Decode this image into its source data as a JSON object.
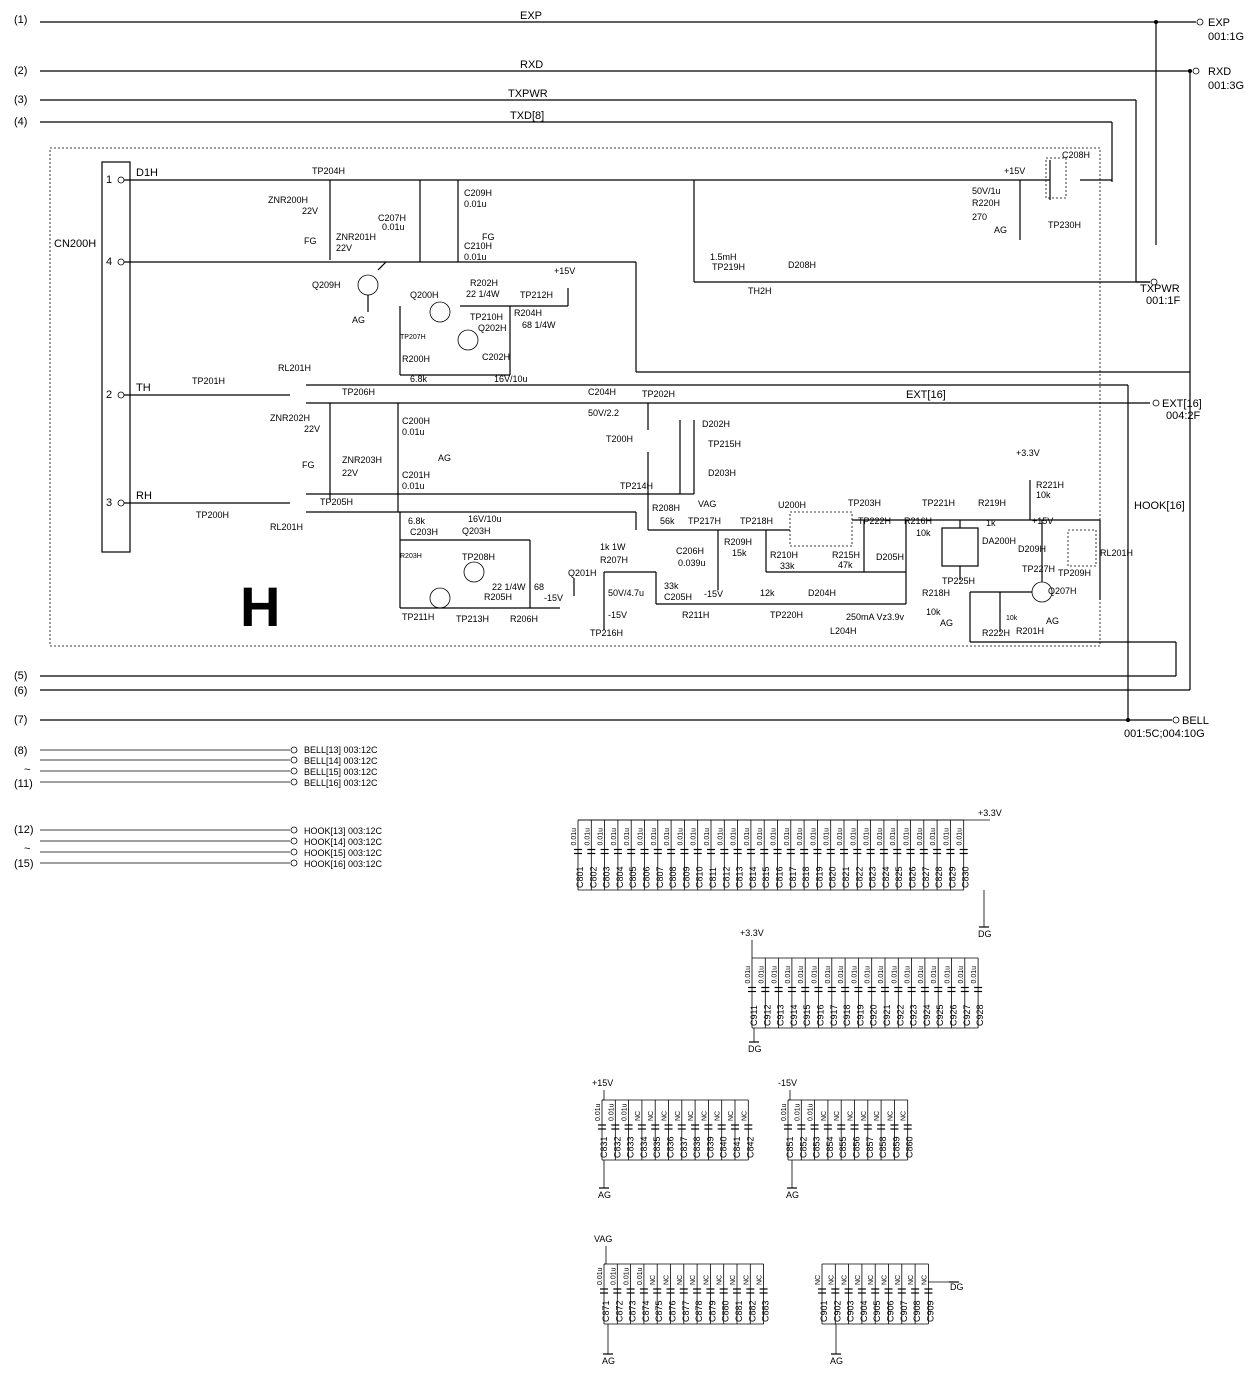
{
  "net_numbers": [
    "(1)",
    "(2)",
    "(3)",
    "(4)",
    "(5)",
    "(6)",
    "(7)",
    "(8)",
    "~",
    "(11)",
    "(12)",
    "~",
    "(15)"
  ],
  "bus_labels": [
    "EXP",
    "RXD",
    "TXPWR",
    "TXD[8]"
  ],
  "ext_refs": {
    "exp": "EXP",
    "exp_ref": "001:1G",
    "rxd": "RXD",
    "rxd_ref": "001:3G",
    "txpwr": "TXPWR",
    "txpwr_ref": "001:1F",
    "ext": "EXT[16]",
    "ext_ref": "004:2F",
    "hook16": "HOOK[16]",
    "bell": "BELL",
    "bell_ref": "001:5C;004:10G"
  },
  "bell_list": [
    "BELL[13] 003:12C",
    "BELL[14] 003:12C",
    "BELL[15] 003:12C",
    "BELL[16] 003:12C"
  ],
  "hook_list": [
    "HOOK[13] 003:12C",
    "HOOK[14] 003:12C",
    "HOOK[15] 003:12C",
    "HOOK[16] 003:12C"
  ],
  "connector": {
    "name": "CN200H",
    "pins": [
      "1",
      "4",
      "2",
      "3"
    ],
    "pin_nets": [
      "D1H",
      "TH",
      "RH"
    ]
  },
  "block_letter": "H",
  "labels": [
    "TP204H",
    "ZNR200H",
    "22V",
    "FG",
    "ZNR201H",
    "22V",
    "C207H",
    "0.01u",
    "C209H",
    "0.01u",
    "FG",
    "C210H",
    "0.01u",
    "Q209H",
    "AG",
    "R202H",
    "22 1/4W",
    "TP212H",
    "+15V",
    "Q200H",
    "TP210H",
    "R204H",
    "68 1/4W",
    "Q202H",
    "TP207H",
    "C202H",
    "R200H",
    "6.8k",
    "16V/10u",
    "RL201H",
    "TP201H",
    "TP206H",
    "ZNR202H",
    "22V",
    "FG",
    "C200H",
    "0.01u",
    "AG",
    "ZNR203H",
    "22V",
    "C201H",
    "0.01u",
    "TP200H",
    "TP205H",
    "RL201H",
    "C204H",
    "50V/2.2",
    "TP202H",
    "T200H",
    "D202H",
    "TP215H",
    "D203H",
    "TP214H",
    "VAG",
    "R208H",
    "56k",
    "TP217H",
    "TP218H",
    "R209H",
    "15k",
    "R210H",
    "33k",
    "C206H",
    "0.039u",
    "-15V",
    "U200H",
    "TP203H",
    "TP222H",
    "R215H",
    "47k",
    "D205H",
    "R216H",
    "10k",
    "TP221H",
    "R219H",
    "1k",
    "+3.3V",
    "R221H",
    "10k",
    "+15V",
    "D209H",
    "DA200H",
    "RL201H",
    "TP209H",
    "TP227H",
    "Q207H",
    "AG",
    "TP225H",
    "R218H",
    "10k",
    "AG",
    "R222H",
    "10k",
    "R201H",
    "6.8k",
    "C203H",
    "16V/10u",
    "Q203H",
    "TP208H",
    "R203H",
    "22 1/4W",
    "R205H",
    "68",
    "-15V",
    "Q201H",
    "TP211H",
    "TP213H",
    "R206H",
    "1k 1W",
    "R207H",
    "33k",
    "C205H",
    "50V/4.7u",
    "-15V",
    "TP216H",
    "R211H",
    "12k",
    "TP220H",
    "D204H",
    "250mA Vz3.9v",
    "L204H",
    "1.5mH",
    "TP219H",
    "TH2H",
    "D208H",
    "+15V",
    "C208H",
    "50V/1u",
    "R220H",
    "270",
    "AG",
    "TP230H"
  ],
  "cap_groups": [
    {
      "rail": "+3.3V",
      "ground": "DG",
      "values": [
        "0.01u",
        "0.01u",
        "0.01u",
        "0.01u",
        "0.01u",
        "0.01u",
        "0.01u",
        "0.01u",
        "0.01u",
        "0.01u",
        "0.01u",
        "0.01u",
        "0.01u",
        "0.01u",
        "0.01u",
        "0.01u",
        "0.01u",
        "0.01u",
        "0.01u",
        "0.01u",
        "0.01u",
        "0.01u",
        "0.01u",
        "0.01u",
        "0.01u",
        "0.01u",
        "0.01u",
        "0.01u",
        "0.01u",
        "0.01u"
      ],
      "names": [
        "C801",
        "C802",
        "C803",
        "C804",
        "C805",
        "C806",
        "C807",
        "C808",
        "C809",
        "C810",
        "C811",
        "C812",
        "C813",
        "C814",
        "C815",
        "C816",
        "C817",
        "C818",
        "C819",
        "C820",
        "C821",
        "C822",
        "C823",
        "C824",
        "C825",
        "C826",
        "C827",
        "C828",
        "C829",
        "C830"
      ]
    },
    {
      "rail": "+3.3V",
      "ground": "DG",
      "values": [
        "0.01u",
        "0.01u",
        "0.01u",
        "0.01u",
        "0.01u",
        "0.01u",
        "0.01u",
        "0.01u",
        "0.01u",
        "0.01u",
        "0.01u",
        "0.01u",
        "0.01u",
        "0.01u",
        "0.01u",
        "0.01u",
        "0.01u",
        "0.01u"
      ],
      "names": [
        "C911",
        "C912",
        "C913",
        "C914",
        "C915",
        "C916",
        "C917",
        "C918",
        "C919",
        "C920",
        "C921",
        "C922",
        "C923",
        "C924",
        "C925",
        "C926",
        "C927",
        "C928"
      ]
    },
    {
      "rail": "+15V",
      "ground": "AG",
      "values": [
        "0.01u",
        "0.01u",
        "0.01u",
        "NC",
        "NC",
        "NC",
        "NC",
        "NC",
        "NC",
        "NC",
        "NC",
        "NC"
      ],
      "names": [
        "C831",
        "C832",
        "C833",
        "C834",
        "C835",
        "C836",
        "C837",
        "C838",
        "C839",
        "C840",
        "C841",
        "C842"
      ]
    },
    {
      "rail": "-15V",
      "ground": "AG",
      "values": [
        "0.01u",
        "0.01u",
        "0.01u",
        "NC",
        "NC",
        "NC",
        "NC",
        "NC",
        "NC",
        "NC"
      ],
      "names": [
        "C851",
        "C852",
        "C853",
        "C854",
        "C855",
        "C856",
        "C857",
        "C858",
        "C859",
        "C860"
      ]
    },
    {
      "rail": "VAG",
      "ground": "AG",
      "values": [
        "0.01u",
        "0.01u",
        "0.01u",
        "0.01u",
        "NC",
        "NC",
        "NC",
        "NC",
        "NC",
        "NC",
        "NC",
        "NC",
        "NC"
      ],
      "names": [
        "C871",
        "C872",
        "C873",
        "C874",
        "C875",
        "C876",
        "C877",
        "C878",
        "C879",
        "C880",
        "C881",
        "C882",
        "C883"
      ]
    },
    {
      "rail": "",
      "ground": "DG",
      "ground_top": "DG",
      "ground_bottom": "AG",
      "values": [
        "NC",
        "NC",
        "NC",
        "NC",
        "NC",
        "NC",
        "NC",
        "NC",
        "NC"
      ],
      "names": [
        "C901",
        "C902",
        "C903",
        "C904",
        "C905",
        "C906",
        "C907",
        "C908",
        "C909"
      ]
    }
  ]
}
